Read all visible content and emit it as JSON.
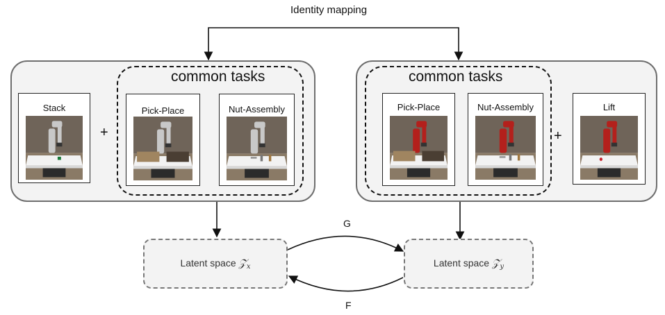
{
  "diagram": {
    "identity_label": "Identity mapping",
    "source_domain": {
      "common_title": "common tasks",
      "unique_task": "Stack",
      "common_tasks": [
        "Pick-Place",
        "Nut-Assembly"
      ],
      "plus": "+"
    },
    "target_domain": {
      "common_title": "common tasks",
      "common_tasks": [
        "Pick-Place",
        "Nut-Assembly"
      ],
      "unique_task": "Lift",
      "plus": "+"
    },
    "latent_x": {
      "prefix": "Latent space",
      "symbol": "𝒵",
      "subscript": "x"
    },
    "latent_y": {
      "prefix": "Latent space",
      "symbol": "𝒵",
      "subscript": "y"
    },
    "map_g": "G",
    "map_f": "F"
  },
  "colors": {
    "box_fill": "#f3f3f3",
    "box_border": "#6e6e6e",
    "robot_source": "#c8c8c8",
    "robot_target": "#b3201c"
  }
}
